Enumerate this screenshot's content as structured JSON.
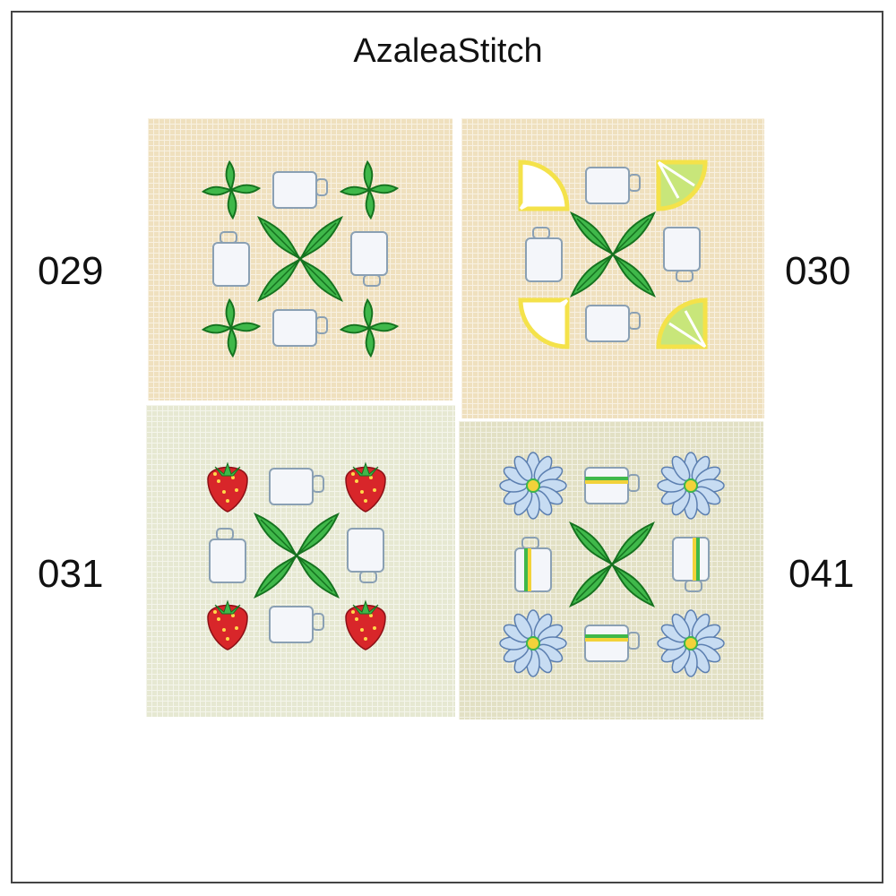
{
  "brand_title": "AzaleaStitch",
  "pattern_codes": {
    "top_left": "029",
    "top_right": "030",
    "bottom_left": "031",
    "bottom_right": "041"
  },
  "fabric_colors": {
    "aida_warm": "#efe0be",
    "aida_light": "#e6e8d2",
    "aida_cool": "#e2e0c4"
  },
  "thread_colors": {
    "mint_leaf": "#3fb84a",
    "mint_dark": "#15721f",
    "cup_fill": "#f4f6fa",
    "cup_outline": "#8aa0b4",
    "lemon_rind": "#f4e24a",
    "lime_flesh": "#c8e67a",
    "strawberry": "#d8262a",
    "daisy_petal": "#c7dcf2",
    "daisy_outline": "#5c7fb0",
    "daisy_center": "#f2d23a"
  },
  "motifs": {
    "029": [
      "mint-sprig",
      "teacup",
      "mint-sprig",
      "teacup",
      "mint-center",
      "teacup",
      "mint-sprig",
      "teacup",
      "mint-sprig"
    ],
    "030": [
      "lemon-wedge",
      "teacup",
      "lime-wedge",
      "teacup",
      "mint-center",
      "teacup",
      "lemon-wedge",
      "teacup",
      "lime-wedge"
    ],
    "031": [
      "strawberry",
      "teacup",
      "strawberry",
      "teacup",
      "mint-center",
      "teacup",
      "strawberry",
      "teacup",
      "strawberry"
    ],
    "041": [
      "daisy",
      "striped-teacup",
      "daisy",
      "striped-teacup",
      "mint-center",
      "striped-teacup",
      "daisy",
      "striped-teacup",
      "daisy"
    ]
  }
}
